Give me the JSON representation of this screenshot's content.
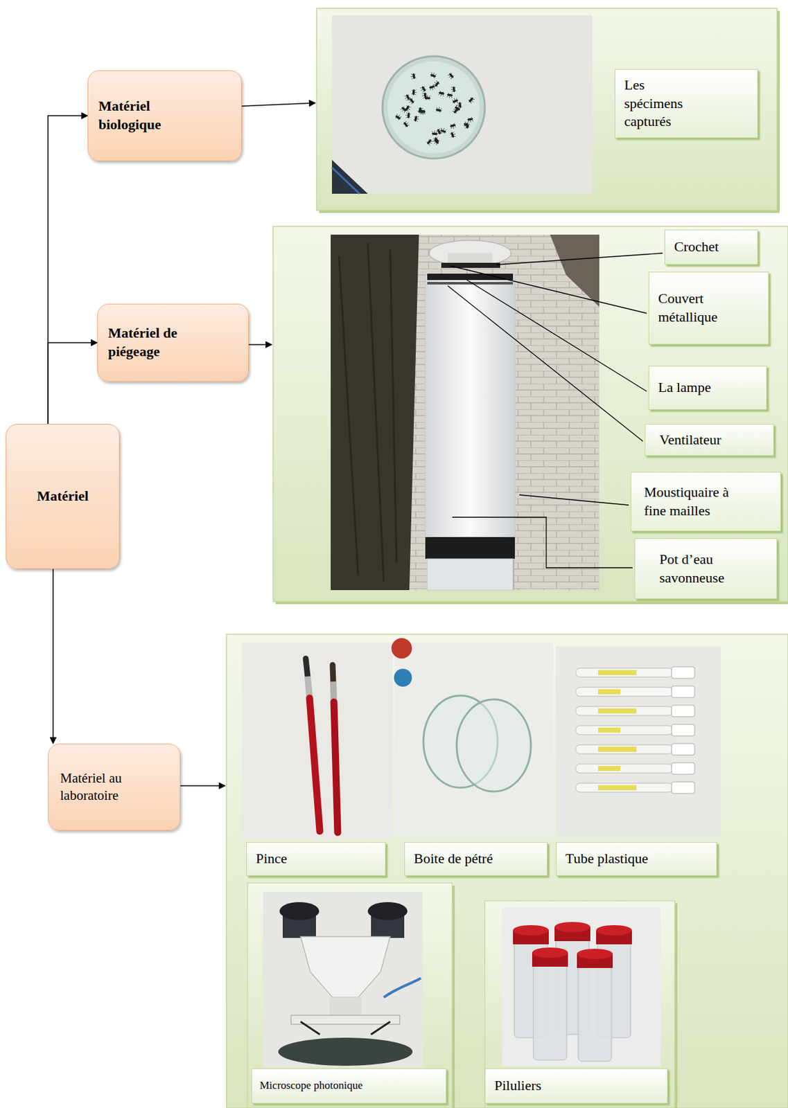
{
  "diagram": {
    "nodes": [
      {
        "text": [
          "Matériel"
        ]
      },
      {
        "text": [
          "Matériel biologique"
        ]
      },
      {
        "text": [
          "Matériel de piégeage"
        ]
      },
      {
        "text": [
          "Matériel au laboratoire"
        ]
      },
      {
        "text": [
          "Les spécimens capturés"
        ]
      },
      {
        "text": [
          "Crochet"
        ]
      },
      {
        "text": [
          "Couvert métallique"
        ]
      },
      {
        "text": [
          "La lampe"
        ]
      },
      {
        "text": [
          "Ventilateur"
        ]
      },
      {
        "text": [
          "Moustiquaire à fine mailles"
        ]
      },
      {
        "text": [
          "Pot d’eau savonneuse"
        ]
      },
      {
        "text": [
          "Pince"
        ]
      },
      {
        "text": [
          "Boite de pétré"
        ]
      },
      {
        "text": [
          "Tube plastique"
        ]
      },
      {
        "text": [
          "Microscope photonique"
        ]
      },
      {
        "text": [
          "Piluliers"
        ]
      }
    ],
    "edges": [
      {
        "from": 0,
        "to": 1,
        "arrow": "to"
      },
      {
        "from": 0,
        "to": 2,
        "arrow": "to"
      },
      {
        "from": 0,
        "to": 3,
        "arrow": "to"
      }
    ]
  }
}
